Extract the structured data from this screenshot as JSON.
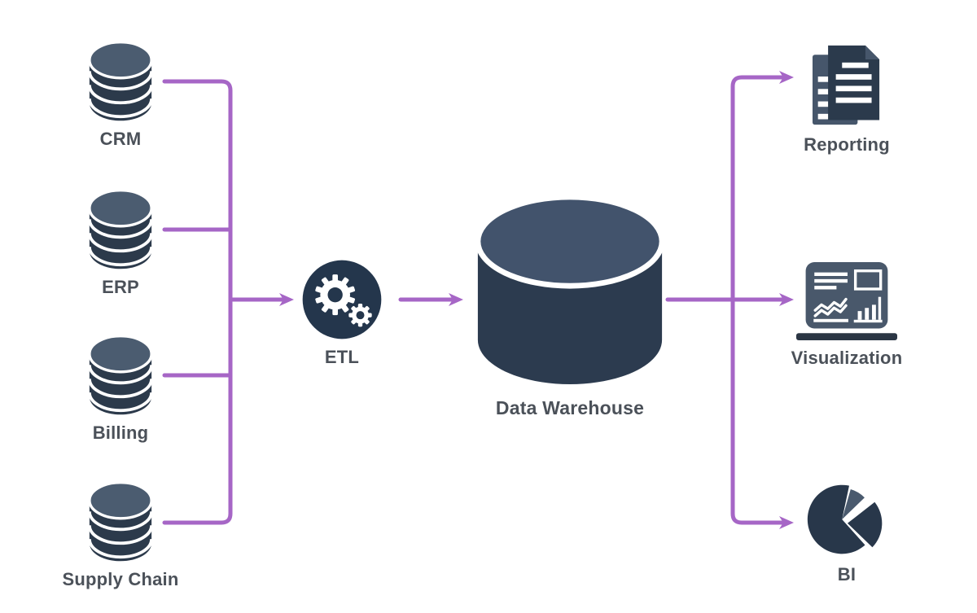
{
  "diagram": {
    "sources": [
      {
        "label": "CRM"
      },
      {
        "label": "ERP"
      },
      {
        "label": "Billing"
      },
      {
        "label": "Supply Chain"
      }
    ],
    "etl": {
      "label": "ETL"
    },
    "warehouse": {
      "label": "Data Warehouse"
    },
    "outputs": [
      {
        "label": "Reporting"
      },
      {
        "label": "Visualization"
      },
      {
        "label": "BI"
      }
    ],
    "icons": {
      "sources": "database-icon",
      "etl": "gears-icon",
      "warehouse": "database-cylinder-icon",
      "reporting": "documents-icon",
      "visualization": "dashboard-laptop-icon",
      "bi": "pie-chart-icon"
    },
    "colors": {
      "connector_purple": "#a666c6",
      "navy_dark": "#2b3a4c",
      "slate_light": "#4a5a6e",
      "etl_circle": "#24364c",
      "label_text": "#4b5159",
      "background": "#ffffff"
    }
  }
}
